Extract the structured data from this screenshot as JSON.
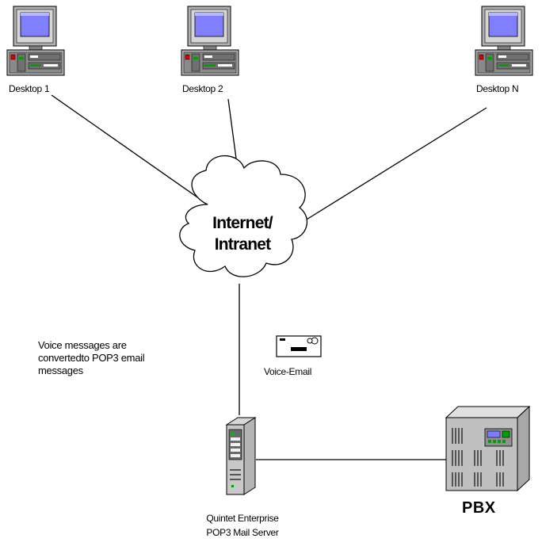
{
  "nodes": {
    "desktop1": {
      "label": "Desktop 1"
    },
    "desktop2": {
      "label": "Desktop 2"
    },
    "desktopN": {
      "label": "Desktop N"
    },
    "cloud": {
      "line1": "Internet/",
      "line2": "Intranet"
    },
    "mail_server": {
      "line1": "Quintet Enterprise",
      "line2": "POP3 Mail Server"
    },
    "pbx": {
      "label": "PBX"
    },
    "voice_email": {
      "label": "Voice-Email"
    }
  },
  "note": {
    "line1": "Voice messages are",
    "line2": "convertedto POP3 email",
    "line3": "messages"
  },
  "icons": {
    "computer": "desktop-computer-icon",
    "network": "cloud-icon",
    "server": "tower-server-icon",
    "pbx": "pbx-cabinet-icon",
    "envelope": "envelope-icon"
  },
  "colors": {
    "monitor_body": "#b0b0b0",
    "screen": "#8080ff",
    "accent_red": "#e00000",
    "accent_green": "#00a000",
    "pbx_panel": "#7c7cff"
  }
}
